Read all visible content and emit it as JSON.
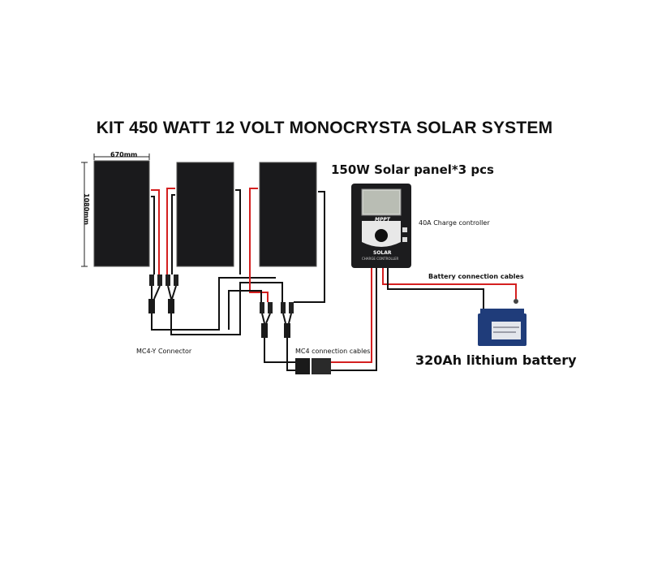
{
  "title": "KIT 450 WATT 12 VOLT MONOCRYSTA SOLAR SYSTEM",
  "panel_width_label": "670mm",
  "panel_height_label": "1080mm",
  "panel_caption": "150W Solar panel*3 pcs",
  "controller": {
    "label": "40A Charge controller",
    "brand": "MPPT",
    "logo_text": "SOLAR",
    "sub_text": "CHARGE CONTROLLER"
  },
  "battery_cable_label": "Battery connection cables",
  "battery_caption": "320Ah lithium battery",
  "mc4y_label": "MC4-Y Connector",
  "mc4_cable_label": "MC4 connection cables",
  "colors": {
    "positive": "#d42020",
    "negative": "#111111",
    "panel": "#1a1a1c",
    "controller": "#1c1c1e",
    "battery": "#1f3c7a"
  }
}
